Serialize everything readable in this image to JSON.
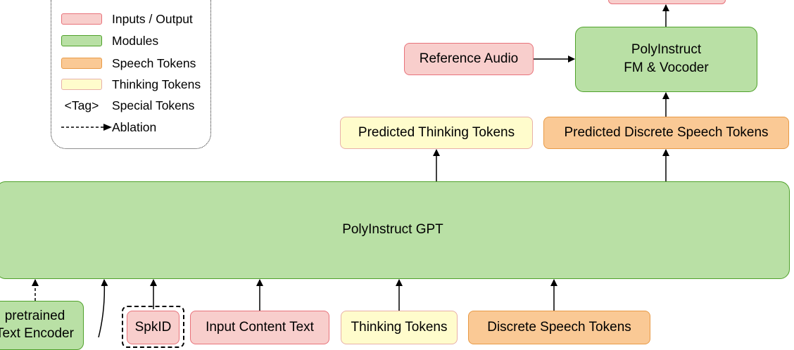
{
  "legend": {
    "inputs_output": "Inputs / Output",
    "modules": "Modules",
    "speech_tokens": "Speech Tokens",
    "thinking_tokens": "Thinking Tokens",
    "tag_symbol": "<Tag>",
    "special_tokens": "Special Tokens",
    "ablation": "Ablation"
  },
  "nodes": {
    "reference_audio": "Reference Audio",
    "fm_vocoder_line1": "PolyInstruct",
    "fm_vocoder_line2": "FM & Vocoder",
    "predicted_thinking": "Predicted Thinking Tokens",
    "predicted_speech": "Predicted Discrete Speech Tokens",
    "gpt": "PolyInstruct GPT",
    "text_encoder_line1": "pretrained",
    "text_encoder_line2": "Text Encoder",
    "spkid": "SpkID",
    "input_content_text": "Input Content Text",
    "thinking_tokens": "Thinking Tokens",
    "discrete_speech_tokens": "Discrete Speech Tokens"
  },
  "colors": {
    "pink_fill": "#f8cecc",
    "pink_border": "#e8727a",
    "green_fill": "#b9e0a5",
    "green_border": "#4fa12a",
    "orange_fill": "#fac995",
    "orange_border": "#e89a46",
    "yellow_fill": "#fffccc"
  }
}
